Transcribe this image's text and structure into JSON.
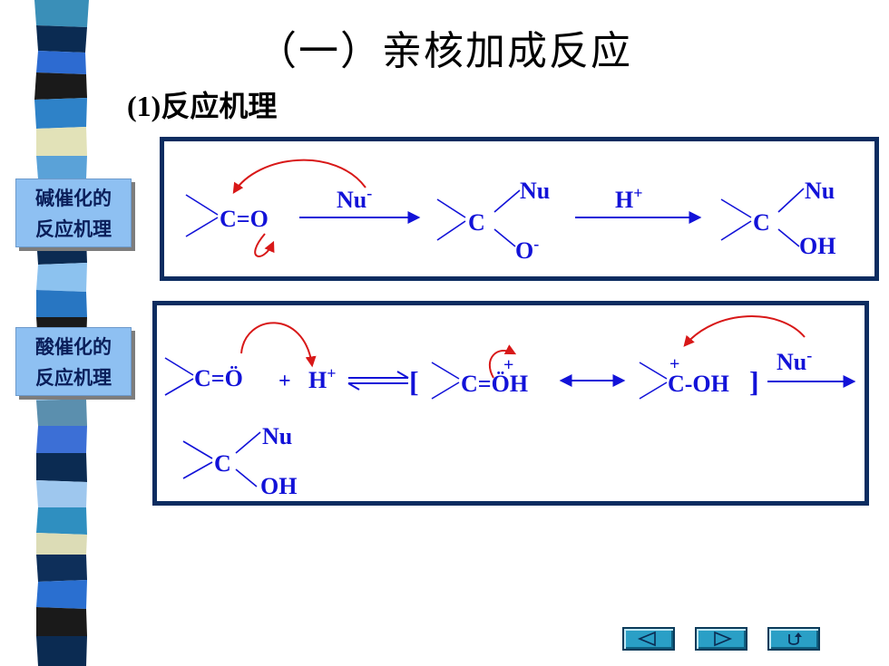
{
  "slide": {
    "title": "（一）亲核加成反应",
    "subtitle": "(1)反应机理"
  },
  "labels": {
    "base_line1": "碱催化的",
    "base_line2": "反应机理",
    "acid_line1": "酸催化的",
    "acid_line2": "反应机理"
  },
  "base": {
    "reactant": "C=O",
    "reagent1": "Nu",
    "reagent1_charge": "-",
    "inter_nu": "Nu",
    "inter_c": "C",
    "inter_o": "O",
    "inter_o_charge": "-",
    "reagent2": "H",
    "reagent2_charge": "+",
    "prod_nu": "Nu",
    "prod_c": "C",
    "prod_oh": "OH"
  },
  "acid": {
    "reactant": "C=Ö",
    "plus": "+",
    "proton": "H",
    "proton_charge": "+",
    "bracket_open": "[",
    "res1": "C=ÖH",
    "res1_charge": "+",
    "res2": "C-OH",
    "res2_charge": "+",
    "bracket_close": "]",
    "reagent": "Nu",
    "reagent_charge": "-",
    "prod_nu": "Nu",
    "prod_c": "C",
    "prod_oh": "OH"
  },
  "colors": {
    "chem_blue": "#1212d8",
    "arrow_red": "#d81818",
    "box_border": "#0c2c60",
    "label_bg": "#8ec0f2"
  },
  "nav": {
    "prev_icon": "triangle-left-icon",
    "next_icon": "triangle-right-icon",
    "return_icon": "return-arrow-icon"
  }
}
